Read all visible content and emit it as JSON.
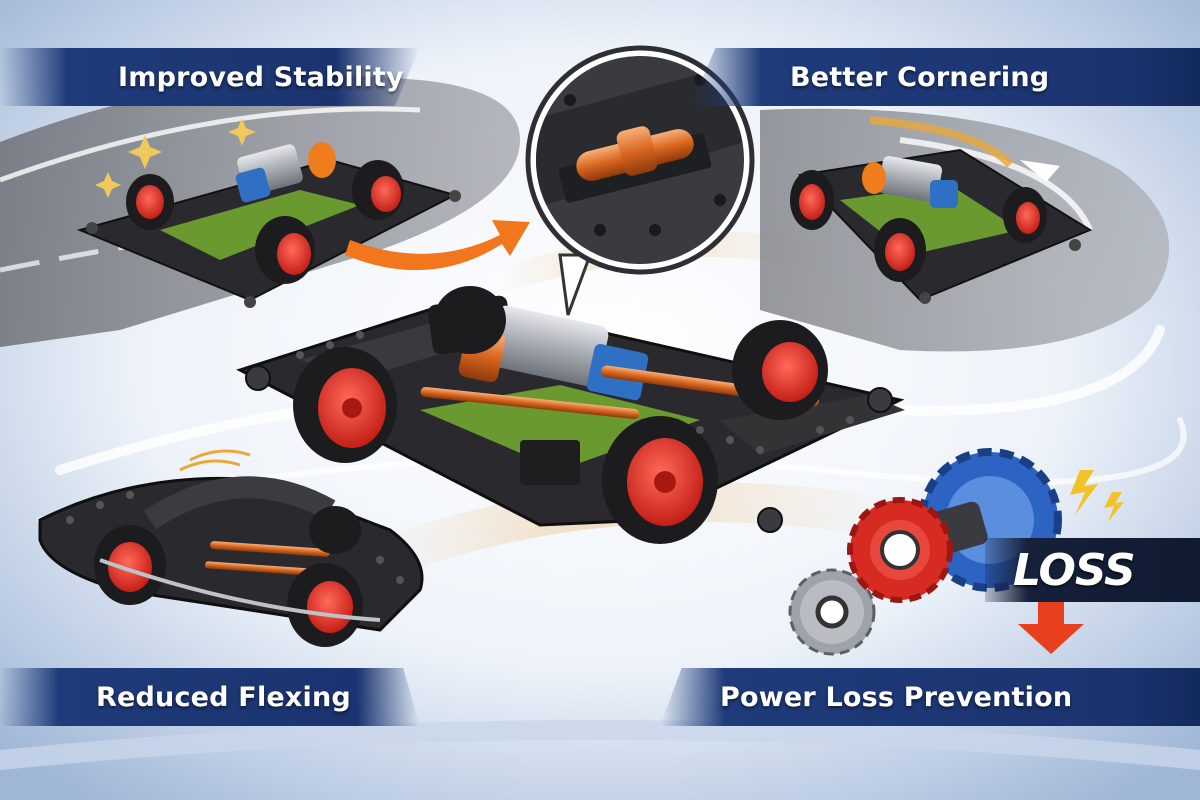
{
  "banners": {
    "improved_stability": "Improved Stability",
    "better_cornering": "Better Cornering",
    "reduced_flexing": "Reduced Flexing",
    "power_loss_prevention": "Power Loss Prevention"
  },
  "loss_label": "LOSS",
  "colors": {
    "banner": "#1b3470",
    "chassis": "#2a2a2e",
    "wheel": "#e8312a",
    "tire": "#1c1c1e",
    "motor": "#b9bcc2",
    "motor_blue": "#2f6fc4",
    "pinion_orange": "#f07d1c",
    "plate_green": "#6a9a2f",
    "arrow_orange": "#f2761e",
    "gear_red": "#d62a22",
    "gear_blue": "#2d63c2",
    "gear_silver": "#9ea3aa",
    "loss_arrow": "#e8401e"
  }
}
